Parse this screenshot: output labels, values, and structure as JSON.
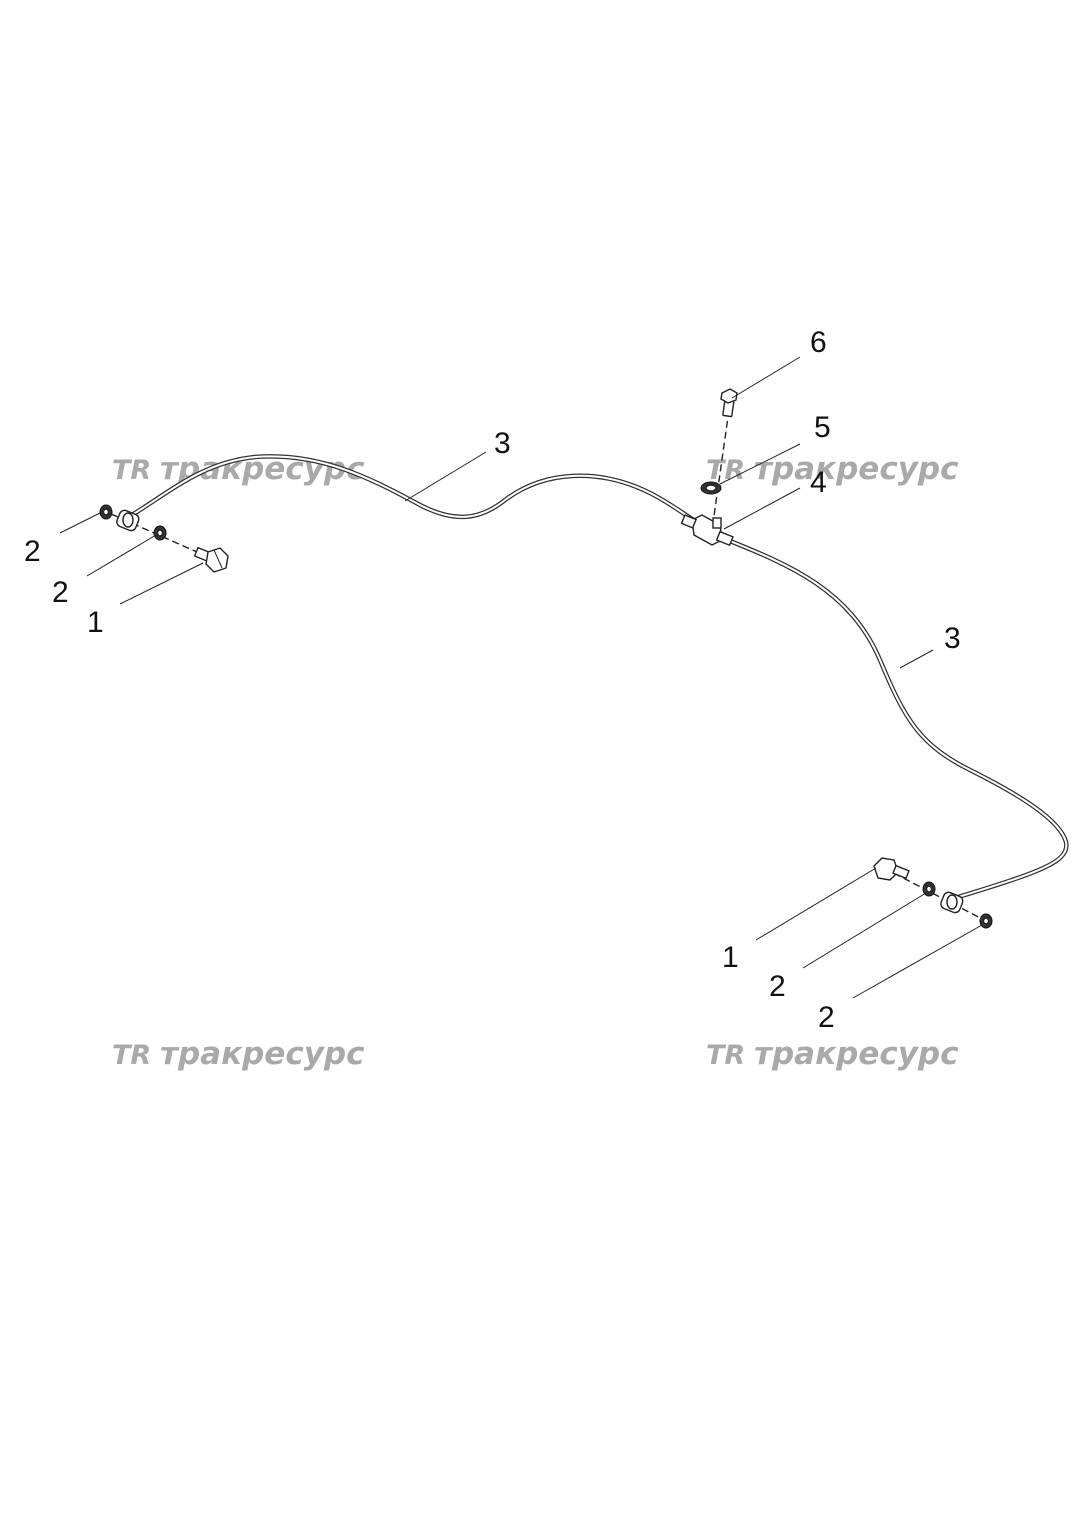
{
  "callouts": {
    "bolt_left": "1",
    "washer_left_upper": "2",
    "washer_left_lower": "2",
    "tube_left": "3",
    "tee": "4",
    "washer_top": "5",
    "bolt_top": "6",
    "tube_right": "3",
    "bolt_right": "1",
    "washer_right_upper": "2",
    "washer_right_lower": "2"
  },
  "watermark": {
    "logo": "TR",
    "text": "тракресурс"
  }
}
